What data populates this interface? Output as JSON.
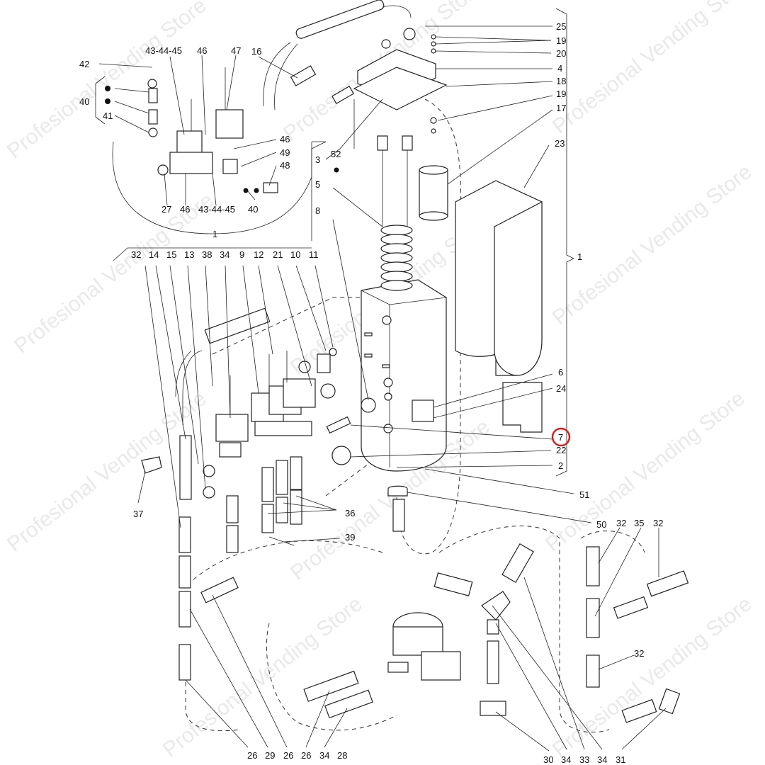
{
  "watermark": "Profesional Vending Store",
  "highlight_color": "#d42020",
  "labels": {
    "l25": "25",
    "l19a": "19",
    "l20": "20",
    "l4": "4",
    "l18": "18",
    "l19b": "19",
    "l17": "17",
    "l23": "23",
    "l1r": "1",
    "l6": "6",
    "l24": "24",
    "l7": "7",
    "l22": "22",
    "l2": "2",
    "l51": "51",
    "l50": "50",
    "l32a": "32",
    "l35": "35",
    "l32b": "32",
    "l32c": "32",
    "l42": "42",
    "l434445a": "43-44-45",
    "l46a": "46",
    "l47": "47",
    "l16": "16",
    "l40a": "40",
    "l41": "41",
    "l46b": "46",
    "l49": "49",
    "l48": "48",
    "l27": "27",
    "l46c": "46",
    "l434445b": "43-44-45",
    "l40b": "40",
    "l3": "3",
    "l52": "52",
    "l5": "5",
    "l8": "8",
    "l1c": "1",
    "t32": "32",
    "t14": "14",
    "t15": "15",
    "t13": "13",
    "t38": "38",
    "t34": "34",
    "t9": "9",
    "t12": "12",
    "t21": "21",
    "t10": "10",
    "t11": "11",
    "l37": "37",
    "l36": "36",
    "l39": "39",
    "b26a": "26",
    "b29": "29",
    "b26b": "26",
    "b26c": "26",
    "b34a": "34",
    "b28": "28",
    "b30": "30",
    "b34b": "34",
    "b33": "33",
    "b34c": "34",
    "b31": "31"
  }
}
